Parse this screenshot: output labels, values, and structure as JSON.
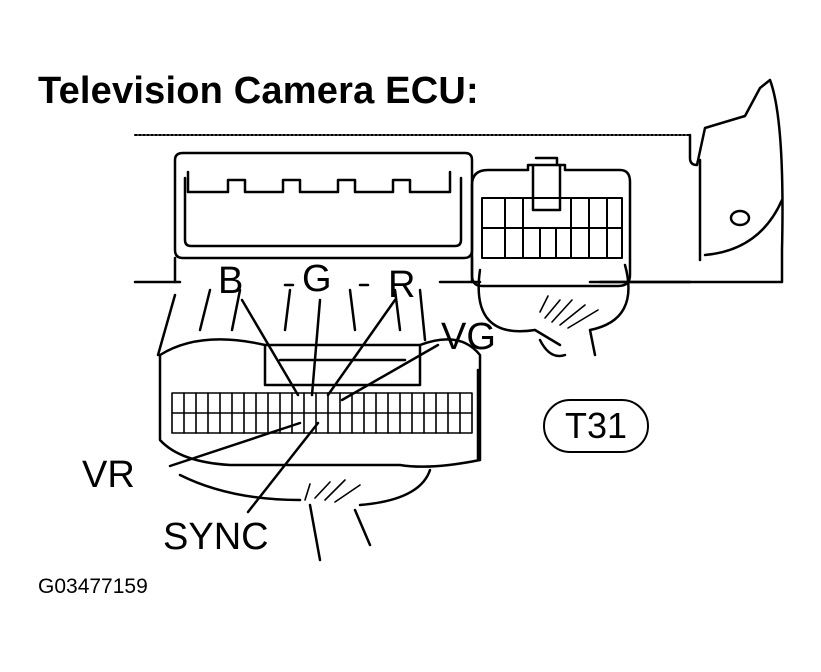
{
  "title": "Television Camera ECU:",
  "labels": {
    "b": "B",
    "g": "G",
    "r": "R",
    "vg": "VG",
    "vr": "VR",
    "sync": "SYNC"
  },
  "connector_code": "T31",
  "figure_code": "G03477159",
  "colors": {
    "ink": "#000000",
    "paper": "#ffffff"
  }
}
